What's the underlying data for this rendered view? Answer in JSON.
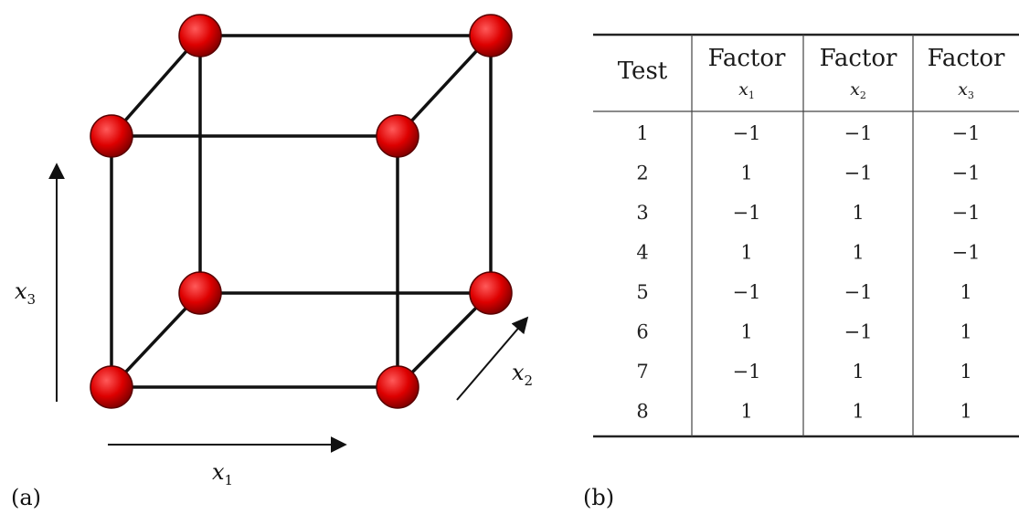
{
  "panel_a": {
    "label": "(a)",
    "axes": [
      {
        "name": "x1",
        "symbol": "x",
        "subscript": "1"
      },
      {
        "name": "x2",
        "symbol": "x",
        "subscript": "2"
      },
      {
        "name": "x3",
        "symbol": "x",
        "subscript": "3"
      }
    ],
    "vertex_color": "#dd0000"
  },
  "panel_b": {
    "label": "(b)",
    "table": {
      "headers": [
        {
          "main": "Test",
          "symbol": "",
          "subscript": ""
        },
        {
          "main": "Factor",
          "symbol": "x",
          "subscript": "1"
        },
        {
          "main": "Factor",
          "symbol": "x",
          "subscript": "2"
        },
        {
          "main": "Factor",
          "symbol": "x",
          "subscript": "3"
        }
      ],
      "rows": [
        [
          "1",
          "−1",
          "−1",
          "−1"
        ],
        [
          "2",
          "1",
          "−1",
          "−1"
        ],
        [
          "3",
          "−1",
          "1",
          "−1"
        ],
        [
          "4",
          "1",
          "1",
          "−1"
        ],
        [
          "5",
          "−1",
          "−1",
          "1"
        ],
        [
          "6",
          "1",
          "−1",
          "1"
        ],
        [
          "7",
          "−1",
          "1",
          "1"
        ],
        [
          "8",
          "1",
          "1",
          "1"
        ]
      ]
    }
  }
}
